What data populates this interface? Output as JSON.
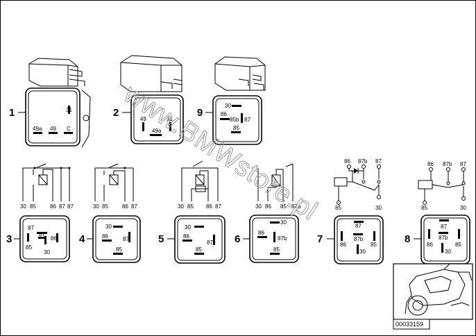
{
  "watermark": "www.BMWstore.pl",
  "part_number": "00033159",
  "items": [
    {
      "index": "1",
      "pins": [
        "31",
        "49a",
        "49",
        "C"
      ]
    },
    {
      "index": "2",
      "pins": [
        "49",
        "31",
        "49a"
      ]
    },
    {
      "index": "9",
      "pins": [
        "30",
        "86",
        "85b",
        "87",
        "85"
      ]
    },
    {
      "index": "3",
      "pins": [
        "87",
        "87",
        "85",
        "86",
        "30"
      ]
    },
    {
      "index": "4",
      "pins": [
        "30",
        "86",
        "87",
        "85"
      ]
    },
    {
      "index": "5",
      "pins": [
        "30",
        "86",
        "87",
        "85"
      ]
    },
    {
      "index": "6",
      "pins": [
        "30",
        "86",
        "87b",
        "85"
      ]
    },
    {
      "index": "7",
      "pins": [
        "87",
        "86",
        "87b",
        "85",
        "30"
      ]
    },
    {
      "index": "8",
      "pins": [
        "87",
        "86",
        "87b",
        "85",
        "30"
      ]
    }
  ],
  "schematics": [
    {
      "name": "schematic-1",
      "labels": [
        "30",
        "85",
        "86",
        "87",
        "87"
      ]
    },
    {
      "name": "schematic-2",
      "labels": [
        "30",
        "85",
        "86",
        "87"
      ]
    },
    {
      "name": "schematic-3",
      "labels": [
        "30",
        "85",
        "86",
        "87"
      ]
    },
    {
      "name": "schematic-4",
      "labels": [
        "30",
        "86",
        "85",
        "87a"
      ]
    },
    {
      "name": "schematic-5",
      "labels": [
        "86",
        "87b",
        "87",
        "85",
        "30"
      ]
    },
    {
      "name": "schematic-6",
      "labels": [
        "86",
        "87b",
        "87",
        "85",
        "30"
      ]
    }
  ]
}
